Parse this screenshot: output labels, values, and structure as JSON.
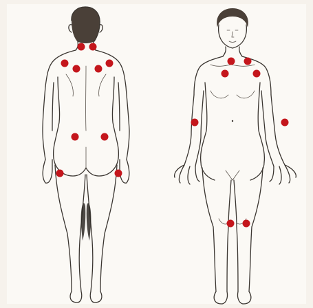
{
  "figure": {
    "background": "#f6f2ec",
    "paper": "#fbf9f5",
    "line_color": "#3a3530",
    "tender_point_color": "#c4161c",
    "views": [
      "back-view",
      "front-view"
    ]
  },
  "tender_points": {
    "back_view": [
      {
        "name": "tender-point-neck-left"
      },
      {
        "name": "tender-point-neck-right"
      },
      {
        "name": "tender-point-trapezius-left"
      },
      {
        "name": "tender-point-trapezius-right"
      },
      {
        "name": "tender-point-supraspinatus-left"
      },
      {
        "name": "tender-point-supraspinatus-right"
      },
      {
        "name": "tender-point-gluteal-left"
      },
      {
        "name": "tender-point-gluteal-right"
      },
      {
        "name": "tender-point-trochanter-left"
      },
      {
        "name": "tender-point-trochanter-right"
      }
    ],
    "front_view": [
      {
        "name": "tender-point-lower-neck-left"
      },
      {
        "name": "tender-point-lower-neck-right"
      },
      {
        "name": "tender-point-second-rib-left"
      },
      {
        "name": "tender-point-second-rib-right"
      },
      {
        "name": "tender-point-elbow-left"
      },
      {
        "name": "tender-point-elbow-right"
      },
      {
        "name": "tender-point-knee-left"
      },
      {
        "name": "tender-point-knee-right"
      }
    ]
  }
}
